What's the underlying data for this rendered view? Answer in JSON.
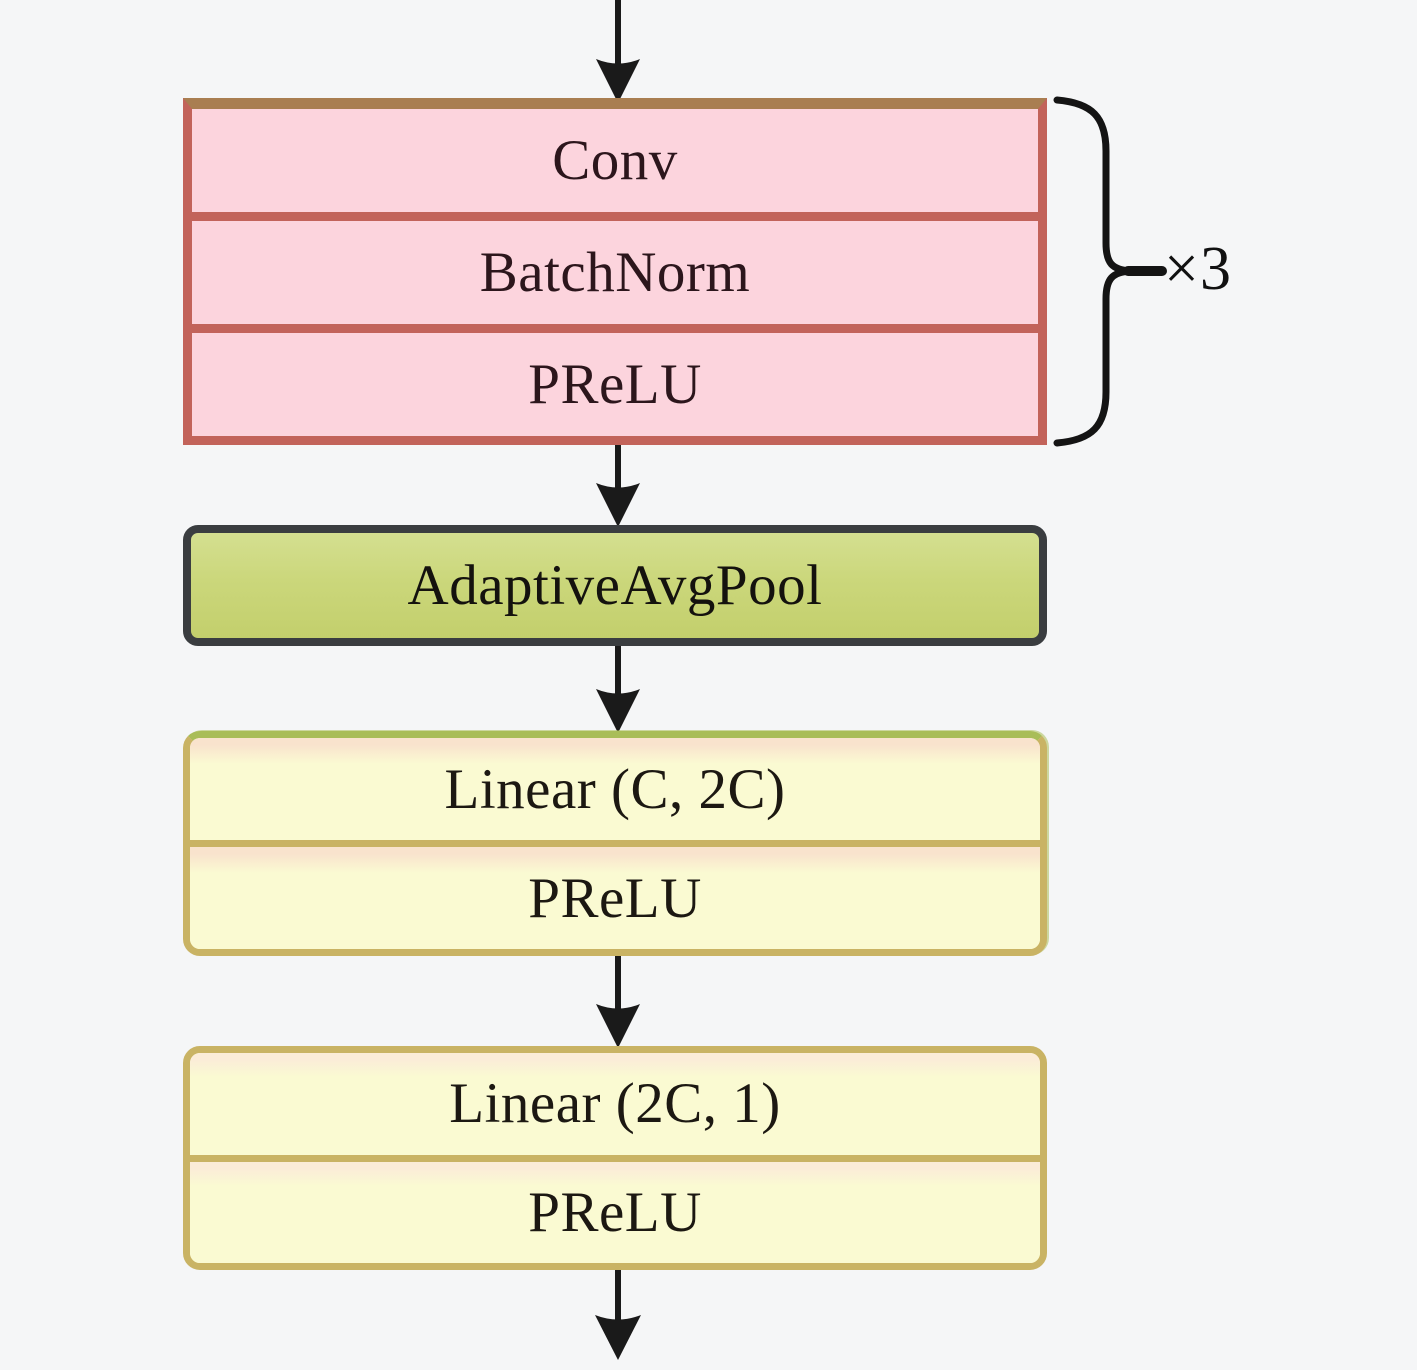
{
  "blocks": {
    "conv": {
      "rows": [
        "Conv",
        "BatchNorm",
        "PReLU"
      ],
      "fill": "#fcd4dd",
      "border_color": "#c2635a",
      "top_border_color": "#a97e51"
    },
    "pool": {
      "label": "AdaptiveAvgPool",
      "fill": "#cbd77b",
      "border_color": "#3a3d40"
    },
    "fc1": {
      "rows": [
        "Linear (C, 2C)",
        "PReLU"
      ],
      "fill": "#fafad2",
      "border_color": "#c9b364",
      "top_border_color": "#a9bd58"
    },
    "fc2": {
      "rows": [
        "Linear (2C, 1)",
        "PReLU"
      ],
      "fill": "#fafad2",
      "border_color": "#c9b364"
    }
  },
  "repeat_label": "×3",
  "colors": {
    "background": "#f5f6f7",
    "arrow": "#1a1a1a",
    "brace": "#141414",
    "text": "#241519"
  }
}
